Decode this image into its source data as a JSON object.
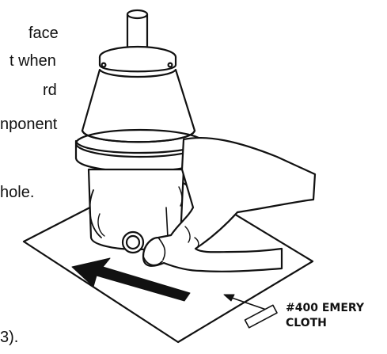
{
  "document": {
    "text_lines": [
      "face",
      "t when",
      "rd",
      "nponent",
      "hole.",
      "3)."
    ]
  },
  "figure": {
    "callout_line1": "#400 EMERY",
    "callout_line2": "CLOTH"
  },
  "colors": {
    "ink": "#111111",
    "background": "#ffffff"
  }
}
